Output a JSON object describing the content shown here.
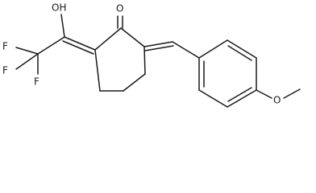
{
  "molecule": {
    "atom_labels": {
      "hydroxyl": "OH",
      "carbonyl_oxygen": "O",
      "fluorine_1": "F",
      "fluorine_2": "F",
      "fluorine_3": "F",
      "ether_oxygen": "O"
    }
  },
  "colors": {
    "ink": "#1a1a1a",
    "background": "#ffffff"
  }
}
